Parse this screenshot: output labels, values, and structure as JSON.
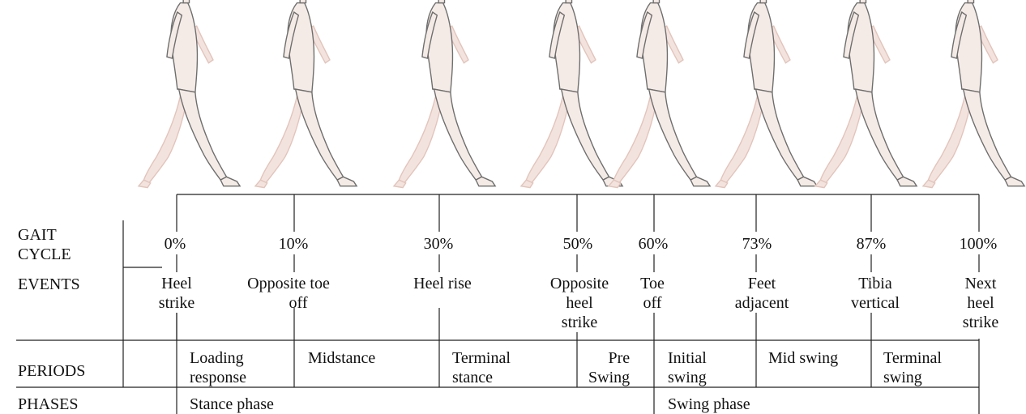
{
  "rows": {
    "gait_cycle": [
      "GAIT",
      "CYCLE"
    ],
    "events": "EVENTS",
    "periods": "PERIODS",
    "phases": "PHASES"
  },
  "percentages": [
    "0%",
    "10%",
    "30%",
    "50%",
    "60%",
    "73%",
    "87%",
    "100%"
  ],
  "events": [
    [
      "Heel",
      "strike"
    ],
    [
      "Opposite toe",
      "off"
    ],
    [
      "Heel rise"
    ],
    [
      "Opposite",
      "heel",
      "strike"
    ],
    [
      "Toe",
      "off"
    ],
    [
      "Feet",
      "adjacent"
    ],
    [
      "Tibia",
      "vertical"
    ],
    [
      "Next",
      "heel",
      "strike"
    ]
  ],
  "periods": [
    [
      "Loading",
      "response"
    ],
    [
      "Midstance"
    ],
    [
      "Terminal",
      "stance"
    ],
    [
      "Pre",
      "Swing"
    ],
    [
      "Initial",
      "swing"
    ],
    [
      "Mid swing"
    ],
    [
      "Terminal",
      "swing"
    ]
  ],
  "phases": [
    "Stance phase",
    "Swing phase"
  ],
  "colors": {
    "figure_fill": "#f5ebe6",
    "figure_stroke": "#6e6e6e",
    "line": "#222222"
  }
}
